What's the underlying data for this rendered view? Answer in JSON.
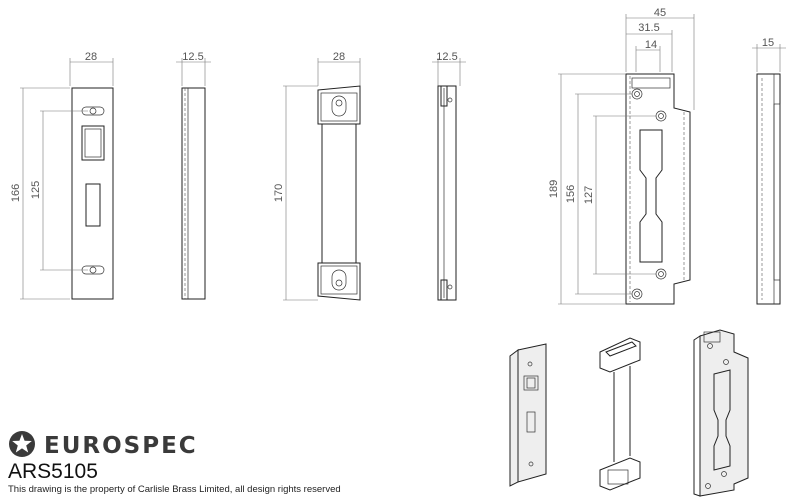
{
  "brand": {
    "name": "EUROSPEC",
    "logo_icon": "star-badge-icon"
  },
  "product_code": "ARS5105",
  "footer_note": "This drawing is the property of Carlisle Brass Limited, all design rights reserved",
  "views": {
    "forend": {
      "width": "28",
      "thickness": "12.5",
      "height": "166",
      "hole_centres": "125"
    },
    "box_keep": {
      "width": "28",
      "thickness": "12.5",
      "height": "170"
    },
    "strike": {
      "overall_width": "45",
      "inner_width": "31.5",
      "slot_offset": "14",
      "depth": "15",
      "height": "189",
      "outer_hole_centres": "156",
      "inner_hole_centres": "127"
    }
  },
  "colors": {
    "line": "#222222",
    "dimension": "#777777",
    "text": "#555555"
  }
}
